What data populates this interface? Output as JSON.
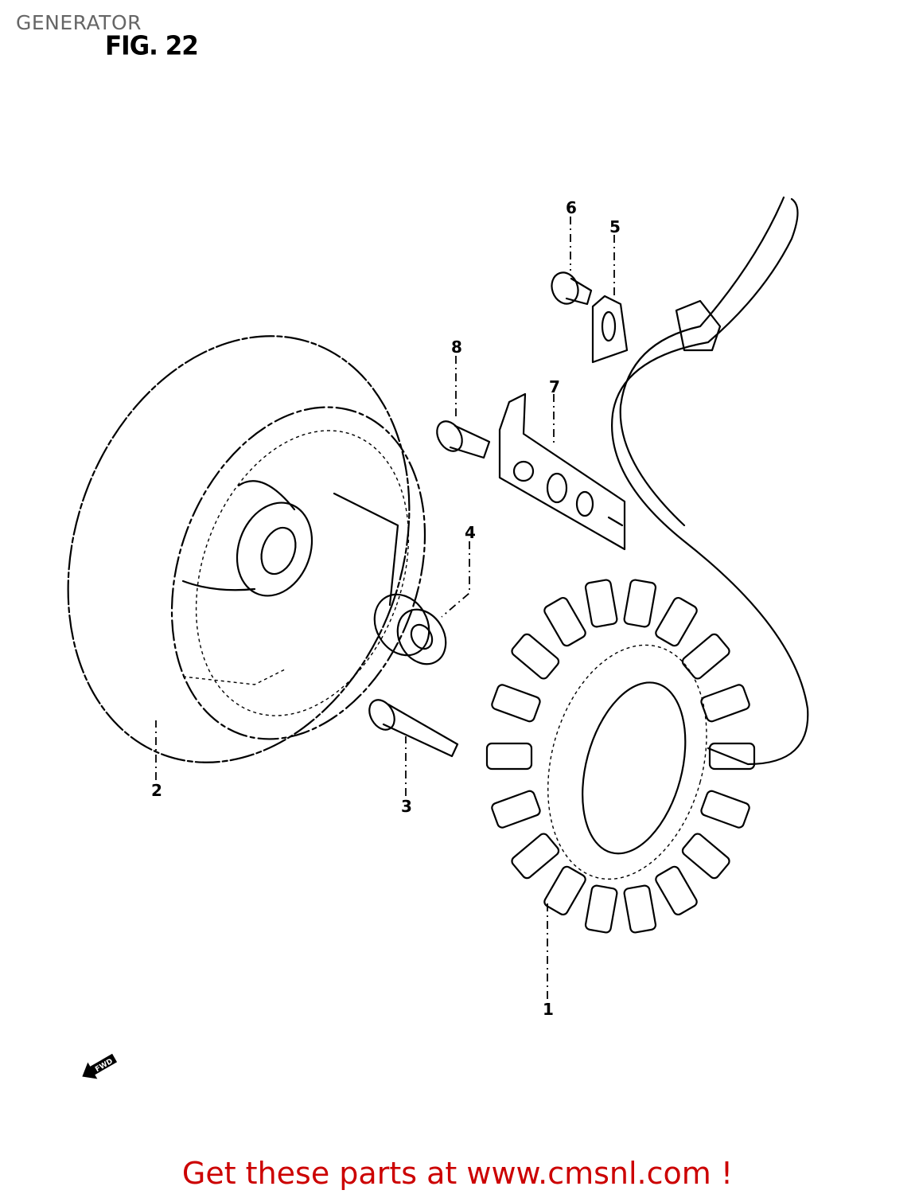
{
  "header": {
    "title": "GENERATOR",
    "figure": "FIG. 22"
  },
  "callouts": {
    "p1": "1",
    "p2": "2",
    "p3": "3",
    "p4": "4",
    "p5": "5",
    "p6": "6",
    "p7": "7",
    "p8": "8"
  },
  "direction_marker": "FWD",
  "footer": {
    "text": "Get these parts at www.cmsnl.com !"
  },
  "colors": {
    "footer": "#cc0000",
    "title": "#666666",
    "line": "#000000"
  }
}
